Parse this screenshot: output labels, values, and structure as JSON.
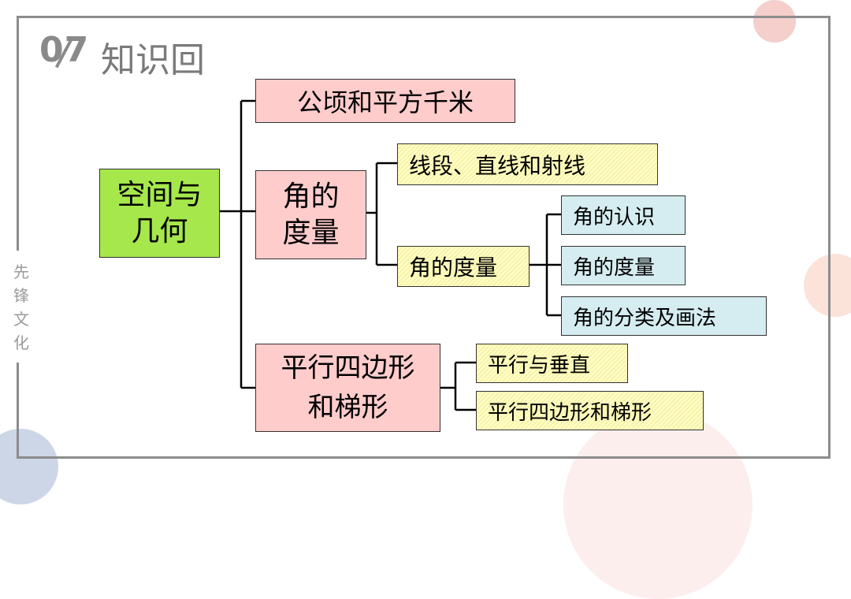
{
  "header": {
    "number": "07",
    "title": "知识回"
  },
  "side_label": "先锋文化",
  "diagram": {
    "root": "空间与几何",
    "branch1": "公顷和平方千米",
    "branch2": "角的度量",
    "branch2_child1": "线段、直线和射线",
    "branch2_child2": "角的度量",
    "leaf1": "角的认识",
    "leaf2": "角的度量",
    "leaf3": "角的分类及画法",
    "branch3": "平行四边形和梯形",
    "branch3_child1": "平行与垂直",
    "branch3_child2": "平行四边形和梯形"
  },
  "colors": {
    "pink": "#ffcccc",
    "green": "#a6e84c",
    "yellow": "#fffdc0",
    "blue": "#d5ecf0",
    "frame": "#8c8c8c"
  }
}
